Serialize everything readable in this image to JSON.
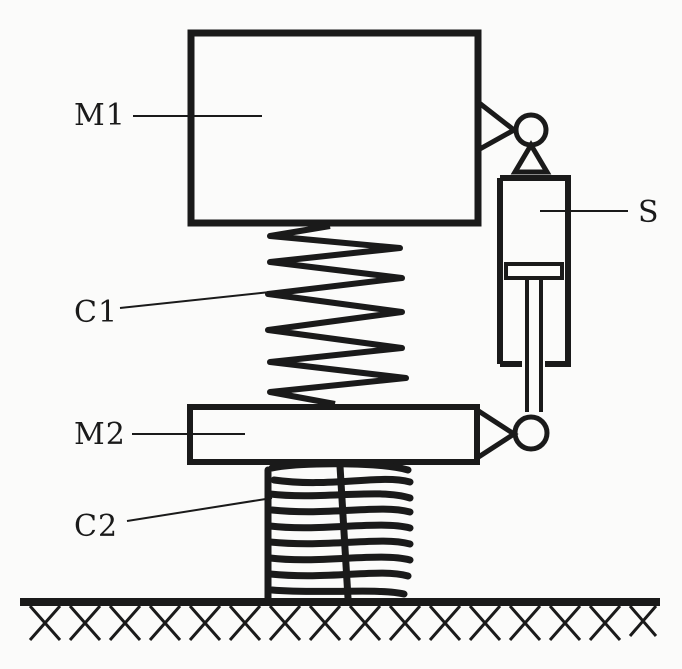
{
  "labels": {
    "m1": "M1",
    "m2": "M2",
    "c1": "C1",
    "c2": "C2",
    "s": "S"
  },
  "colors": {
    "ink": "#1a1a1a",
    "paper": "#fbfbfa"
  }
}
